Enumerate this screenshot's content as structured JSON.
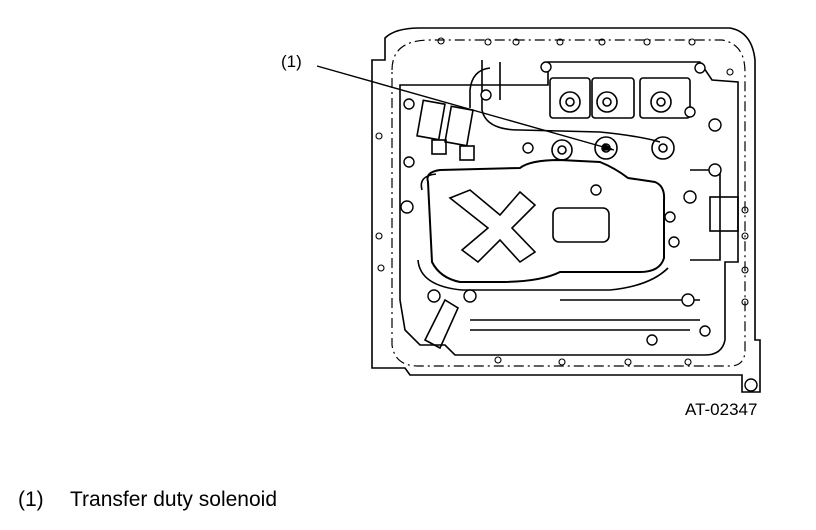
{
  "callout": {
    "number": "(1)"
  },
  "figure_id": "AT-02347",
  "legend": [
    {
      "number": "(1)",
      "label": "Transfer duty solenoid"
    }
  ]
}
